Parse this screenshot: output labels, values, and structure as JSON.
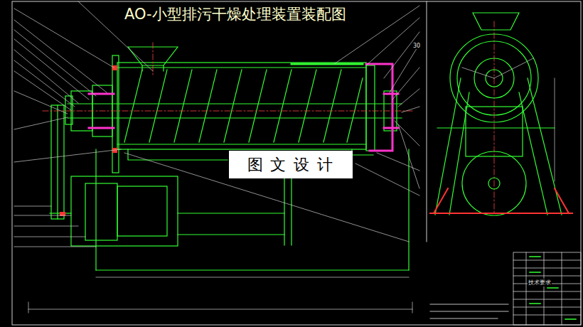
{
  "diagram": {
    "title": "AO-小型排污干燥处理装置装配图",
    "nodes": [
      {
        "text": [
          "图 文 设 计"
        ]
      }
    ],
    "labels": [
      "30",
      "技术要求"
    ]
  }
}
